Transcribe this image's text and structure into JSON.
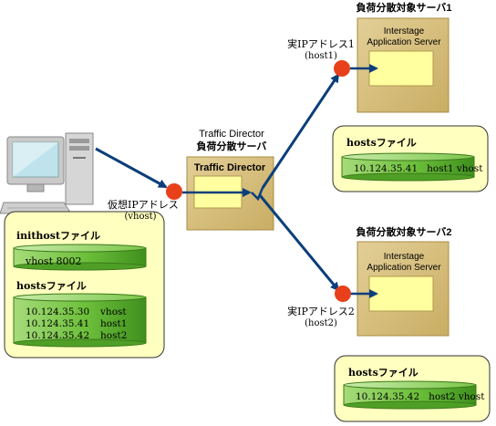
{
  "client": {
    "virtual_ip_label": "仮想IPアドレス",
    "virtual_ip_host": "(vhost)",
    "inithost_file": {
      "title": "inithostファイル",
      "content": "vhost 8002"
    },
    "hosts_file": {
      "title": "hostsファイル",
      "rows": [
        {
          "ip": "10.124.35.30",
          "host": "vhost"
        },
        {
          "ip": "10.124.35.41",
          "host": "host1"
        },
        {
          "ip": "10.124.35.42",
          "host": "host2"
        }
      ]
    }
  },
  "traffic_director": {
    "title_line1": "Traffic Director",
    "title_line2": "負荷分散サーバ",
    "box_label": "Traffic Director"
  },
  "server1": {
    "title": "負荷分散対象サーバ1",
    "box_line1": "Interstage",
    "box_line2": "Application Server",
    "real_ip_label": "実IPアドレス1",
    "real_ip_host": "(host1)",
    "hosts_file": {
      "title": "hostsファイル",
      "content": "10.124.35.41   host1 vhost"
    }
  },
  "server2": {
    "title": "負荷分散対象サーバ2",
    "box_line1": "Interstage",
    "box_line2": "Application Server",
    "real_ip_label": "実IPアドレス2",
    "real_ip_host": "(host2)",
    "hosts_file": {
      "title": "hostsファイル",
      "content": "10.124.35.42   host2 vhost"
    }
  },
  "colors": {
    "note_fill": "#ffffbf",
    "server_fill": "#d9c283",
    "inner_fill": "#ffff9f",
    "arrow": "#0b3f7a",
    "node": "#e8401a",
    "disk": "#6cbf3a"
  }
}
